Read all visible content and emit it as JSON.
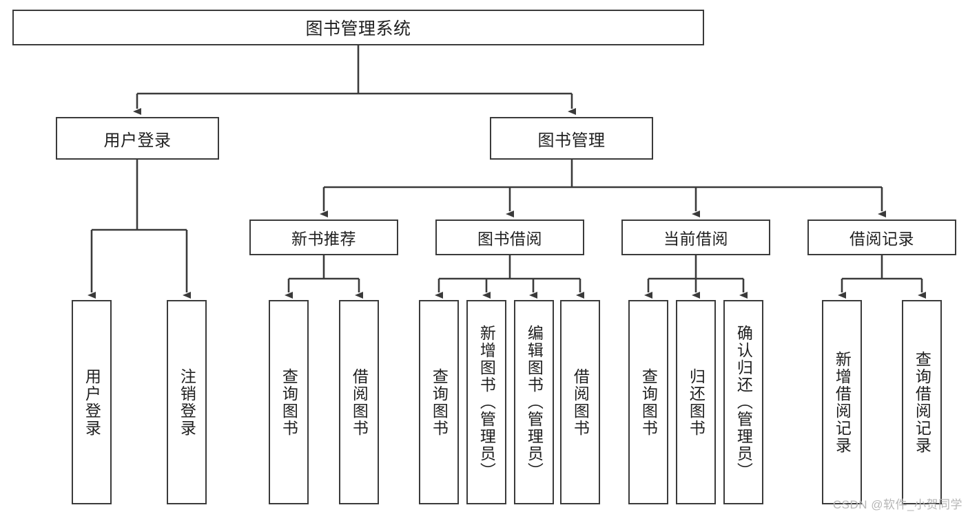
{
  "diagram": {
    "title": "图书管理系统",
    "type": "hierarchy-tree",
    "stroke_color": "#3a3a3a",
    "fill_color": "#ffffff",
    "text_color": "#1f1f1f",
    "root": {
      "label": "图书管理系统"
    },
    "level2": [
      {
        "label": "用户登录"
      },
      {
        "label": "图书管理"
      }
    ],
    "level3": [
      {
        "label": "新书推荐"
      },
      {
        "label": "图书借阅"
      },
      {
        "label": "当前借阅"
      },
      {
        "label": "借阅记录"
      }
    ],
    "leaves": {
      "user_login": [
        {
          "label": "用户登录"
        },
        {
          "label": "注销登录"
        }
      ],
      "new_book_rec": [
        {
          "label": "查询图书"
        },
        {
          "label": "借阅图书"
        }
      ],
      "book_borrow": [
        {
          "label": "查询图书"
        },
        {
          "label": "新增图书（管理员）"
        },
        {
          "label": "编辑图书（管理员）"
        },
        {
          "label": "借阅图书"
        }
      ],
      "current_borrow": [
        {
          "label": "查询图书"
        },
        {
          "label": "归还图书"
        },
        {
          "label": "确认归还（管理员）"
        }
      ],
      "borrow_record": [
        {
          "label": "新增借阅记录"
        },
        {
          "label": "查询借阅记录"
        }
      ]
    }
  },
  "watermark": {
    "text": "CSDN @软件_小贺同学"
  }
}
